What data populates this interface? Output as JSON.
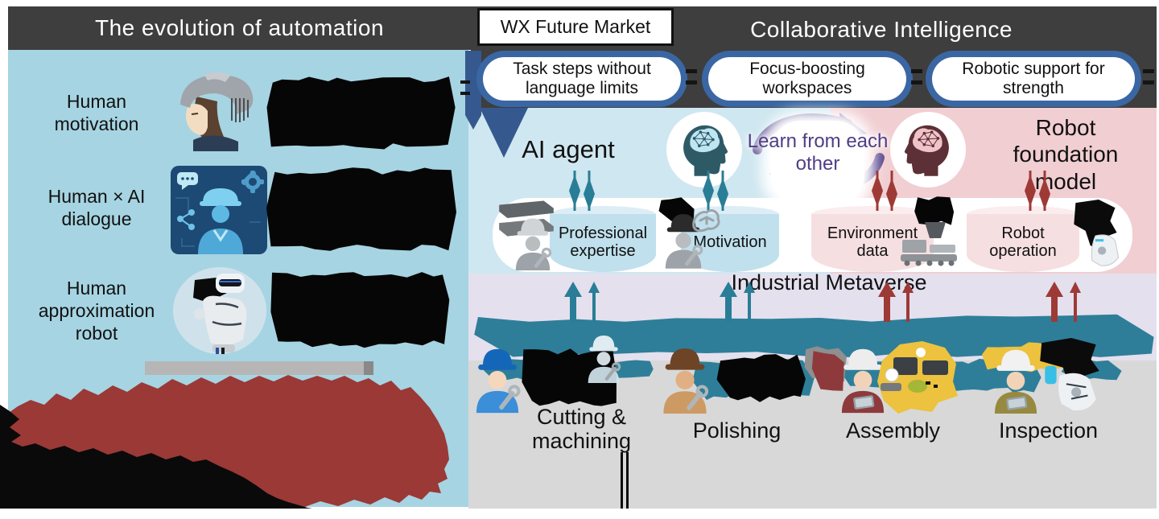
{
  "titles": {
    "left": "The evolution of automation",
    "market": "WX Future Market",
    "right": "Collaborative Intelligence"
  },
  "benefit_pills": [
    {
      "label": "Task steps without language limits"
    },
    {
      "label": "Focus-boosting workspaces"
    },
    {
      "label": "Robotic support for strength"
    }
  ],
  "evolution_rows": [
    {
      "label": "Human motivation"
    },
    {
      "label": "Human × AI dialogue"
    },
    {
      "label": "Human approximation robot"
    }
  ],
  "collab": {
    "ai_agent": "AI agent",
    "learn": "Learn from each other",
    "robot_model": "Robot foundation model",
    "metaverse": "Industrial Metaverse",
    "databases": [
      {
        "label": "Professional expertise",
        "color": "blue"
      },
      {
        "label": "Motivation",
        "color": "blue"
      },
      {
        "label": "Environment data",
        "color": "pink"
      },
      {
        "label": "Robot operation",
        "color": "pink"
      }
    ],
    "processes": [
      {
        "label": "Cutting & machining"
      },
      {
        "label": "Polishing"
      },
      {
        "label": "Assembly"
      },
      {
        "label": "Inspection"
      }
    ]
  },
  "icons": [
    "ai-brain-head-icon",
    "robot-brain-head-icon",
    "circular-learn-arrows-icon",
    "exchange-arrow-icon",
    "up-arrow-icon",
    "database-cylinder",
    "worker-icon",
    "ghost-worker-icon",
    "conveyor-icon",
    "robot-icon",
    "helmet-person-image",
    "ai-avatar-image",
    "humanoid-robot-image",
    "printer-parts-icon",
    "machine-icon",
    "redaction-blob"
  ],
  "colors": {
    "header": "#3e3e3e",
    "panel_blue": "#a6d4e2",
    "ai_blue": "#cfe7f0",
    "model_pink": "#f1ced2",
    "capsule_blue": "#3a67a3",
    "chevron_blue": "#35598f",
    "lavender": "#e4e0ee",
    "teal_band": "#2e7e99",
    "teal_accent": "#2a7d96",
    "maroon_accent": "#9e3a36",
    "purple": "#4f3e85",
    "cylinder_blue": "#c0e0ed",
    "cylinder_pink": "#f6dfe1",
    "gray_floor": "#d8d8d8",
    "red_redaction": "#9a3936",
    "black_redaction": "#0a0a0a",
    "gray_bar": "#b6b6b6"
  }
}
